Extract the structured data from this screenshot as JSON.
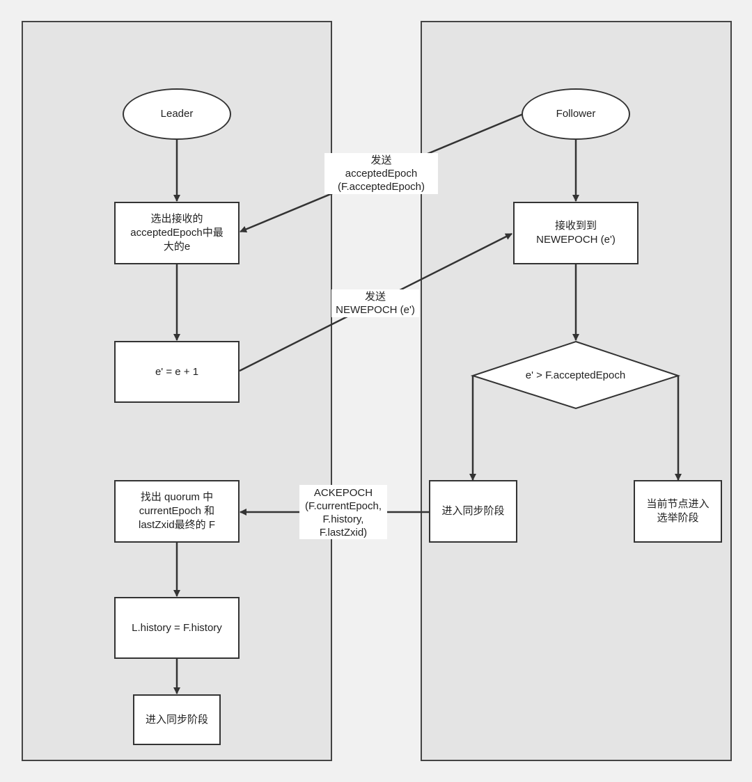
{
  "leader": {
    "start": "Leader",
    "select_max": "选出接收的\nacceptedEpoch中最\n大的e",
    "increment": "e' = e + 1",
    "find_quorum": "找出 quorum 中\ncurrentEpoch 和\nlastZxid最终的 F",
    "history": "L.history = F.history",
    "sync": "进入同步阶段"
  },
  "follower": {
    "start": "Follower",
    "receive": "接收到到\nNEWEPOCH (e')",
    "decision": "e' > F.acceptedEpoch",
    "sync": "进入同步阶段",
    "election": "当前节点进入\n选举阶段"
  },
  "messages": {
    "accepted_epoch": "发送\nacceptedEpoch\n(F.acceptedEpoch)",
    "new_epoch": "发送\nNEWEPOCH (e')",
    "ack_epoch": "ACKEPOCH\n(F.currentEpoch,\nF.history,\nF.lastZxid)"
  }
}
